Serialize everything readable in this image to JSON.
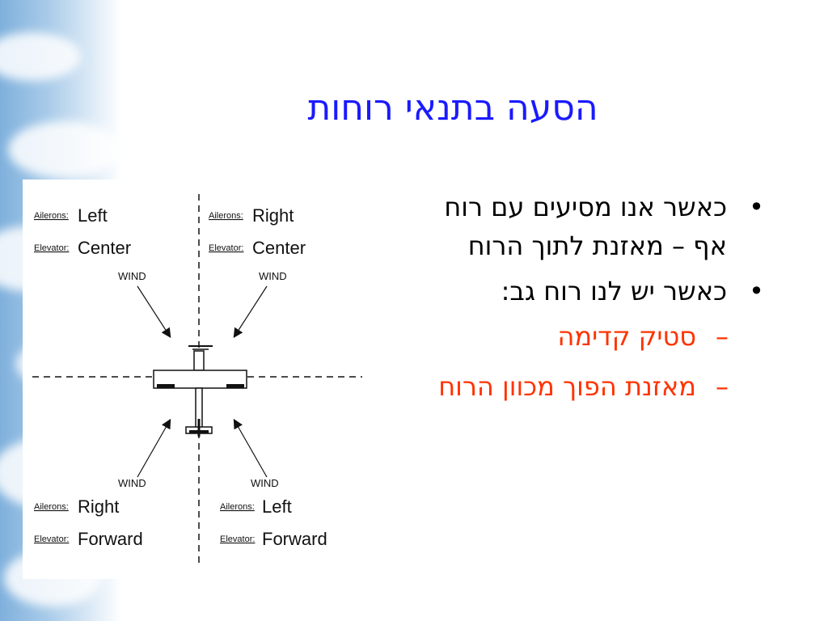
{
  "title": "הסעה בתנאי רוחות",
  "bullets": [
    {
      "text": "כאשר אנו מסיעים עם רוח אף – מאזנת לתוך הרוח"
    },
    {
      "text": "כאשר יש לנו רוח גב:"
    }
  ],
  "sub_bullets": [
    {
      "text": "סטיק קדימה"
    },
    {
      "text": "מאזנת הפוך מכוון הרוח"
    }
  ],
  "diagram": {
    "wind_label": "WIND",
    "aileron_caption": "Ailerons:",
    "elevator_caption": "Elevator:",
    "quadrants": {
      "top_left": {
        "aileron": "Left",
        "elevator": "Center"
      },
      "top_right": {
        "aileron": "Right",
        "elevator": "Center"
      },
      "bottom_left": {
        "aileron": "Right",
        "elevator": "Forward"
      },
      "bottom_right": {
        "aileron": "Left",
        "elevator": "Forward"
      }
    }
  }
}
